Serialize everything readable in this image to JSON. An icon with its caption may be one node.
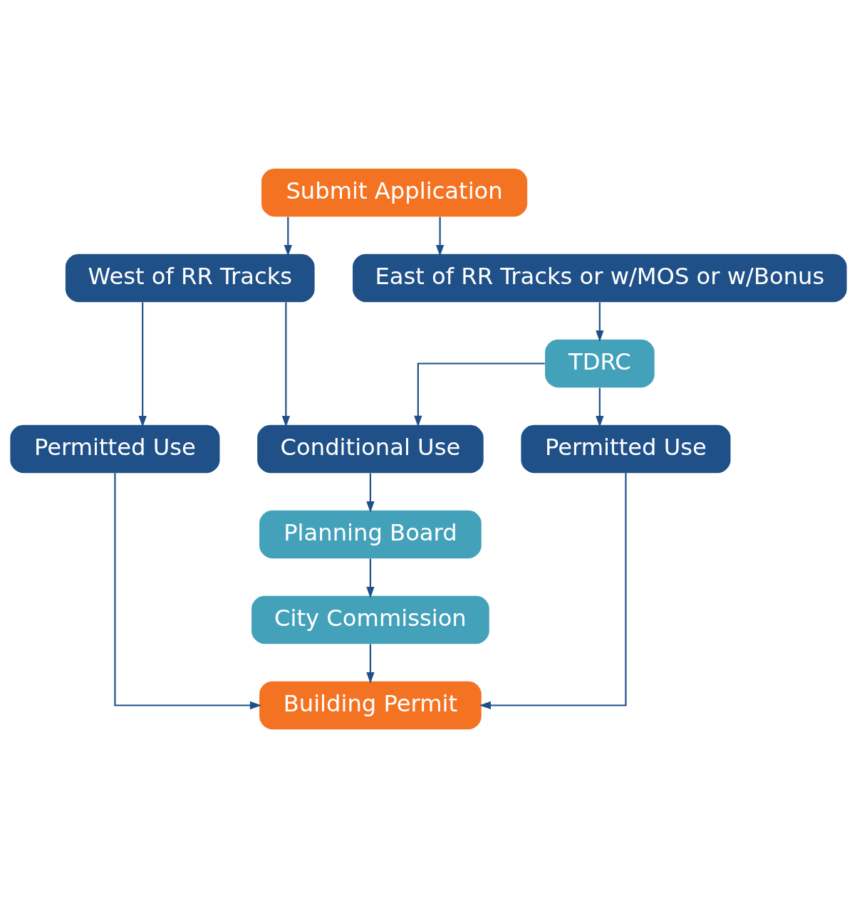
{
  "diagram": {
    "nodes": [
      {
        "text": [
          "Submit Application"
        ]
      },
      {
        "text": [
          "West of RR Tracks"
        ]
      },
      {
        "text": [
          "East of RR Tracks or w/MOS or w/Bonus"
        ]
      },
      {
        "text": [
          "TDRC"
        ]
      },
      {
        "text": [
          "Permitted Use"
        ]
      },
      {
        "text": [
          "Conditional Use"
        ]
      },
      {
        "text": [
          "Permitted Use"
        ]
      },
      {
        "text": [
          "Planning Board"
        ]
      },
      {
        "text": [
          "City Commission"
        ]
      },
      {
        "text": [
          "Building Permit"
        ]
      }
    ],
    "edges": [
      {
        "from": 0,
        "to": 1,
        "arrow": "to"
      },
      {
        "from": 0,
        "to": 2,
        "arrow": "to"
      },
      {
        "from": 1,
        "to": 4,
        "arrow": "to"
      },
      {
        "from": 1,
        "to": 5,
        "arrow": "to"
      },
      {
        "from": 2,
        "to": 3,
        "arrow": "to"
      },
      {
        "from": 3,
        "to": 5,
        "arrow": "to"
      },
      {
        "from": 3,
        "to": 6,
        "arrow": "to"
      },
      {
        "from": 5,
        "to": 7,
        "arrow": "to"
      },
      {
        "from": 7,
        "to": 8,
        "arrow": "to"
      },
      {
        "from": 4,
        "to": 9,
        "arrow": "to"
      },
      {
        "from": 8,
        "to": 9,
        "arrow": "to"
      },
      {
        "from": 6,
        "to": 9,
        "arrow": "to"
      }
    ]
  }
}
